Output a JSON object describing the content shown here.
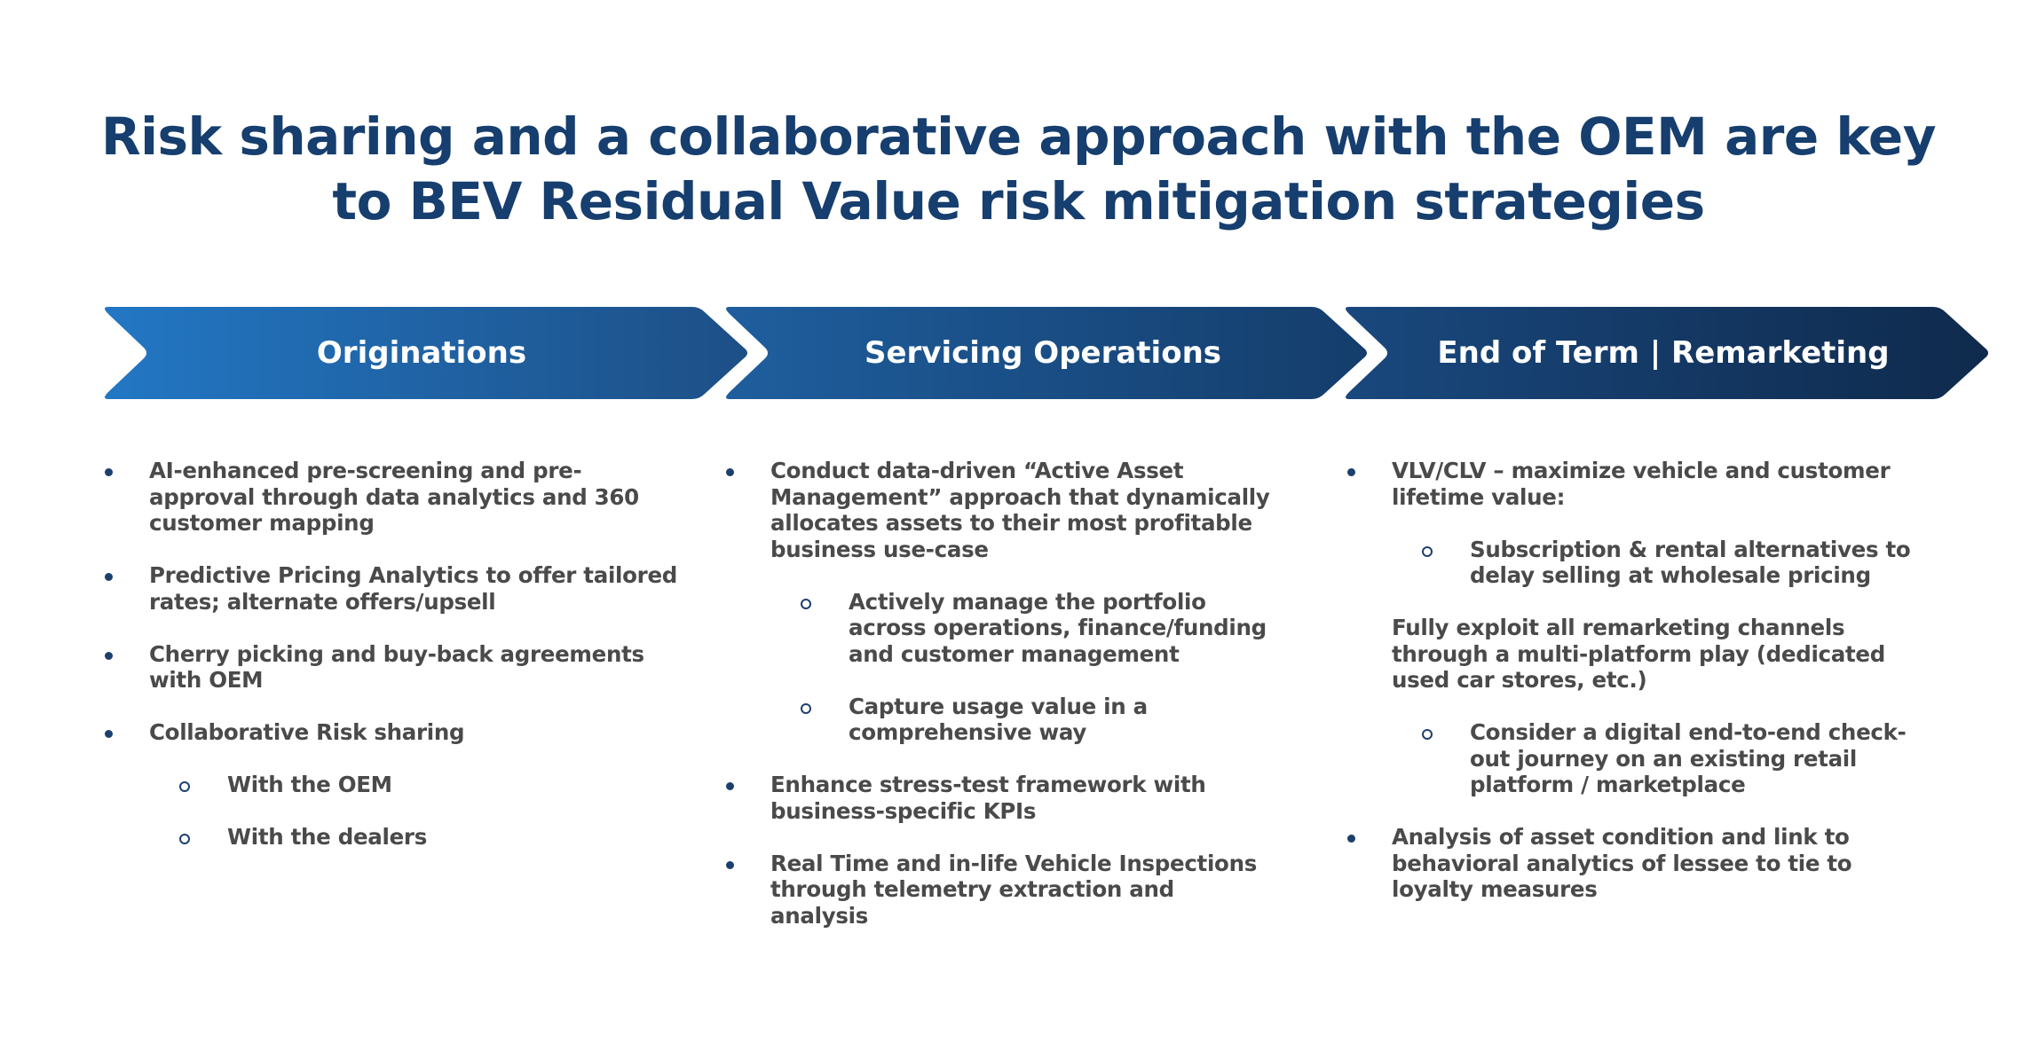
{
  "title": {
    "line1": "Risk sharing and a collaborative approach with the OEM are key",
    "line2": "to BEV Residual Value risk mitigation strategies"
  },
  "colors": {
    "title": "#163e6e",
    "body_text": "#4a4a4a",
    "bullet": "#1d3f6e",
    "stage1_gradient": [
      "#2277c4",
      "#1d4f86"
    ],
    "stage2_gradient": [
      "#1f5e9e",
      "#143d6b"
    ],
    "stage3_gradient": [
      "#19487e",
      "#0f2a4c"
    ]
  },
  "stages": [
    {
      "label": "Originations",
      "items": [
        {
          "level": 1,
          "text": "AI-enhanced pre-screening and pre-approval through data analytics and 360 customer mapping"
        },
        {
          "level": 1,
          "text": "Predictive Pricing Analytics to offer tailored rates; alternate offers/upsell"
        },
        {
          "level": 1,
          "text": "Cherry picking and buy-back agreements with OEM"
        },
        {
          "level": 1,
          "text": "Collaborative Risk sharing"
        },
        {
          "level": 2,
          "text": "With the OEM"
        },
        {
          "level": 2,
          "text": "With the dealers"
        }
      ]
    },
    {
      "label": "Servicing Operations",
      "items": [
        {
          "level": 1,
          "text": "Conduct data-driven “Active Asset Management” approach that dynamically allocates assets to their most profitable business use-case"
        },
        {
          "level": 2,
          "text": "Actively manage the portfolio across operations, finance/funding and customer management"
        },
        {
          "level": 2,
          "text": "Capture usage value in a comprehensive way"
        },
        {
          "level": 1,
          "text": "Enhance stress-test framework with business-specific KPIs"
        },
        {
          "level": 1,
          "text": "Real Time and in-life Vehicle Inspections through telemetry extraction and analysis"
        }
      ]
    },
    {
      "label": "End of Term | Remarketing",
      "items": [
        {
          "level": 1,
          "text": "VLV/CLV – maximize vehicle and customer lifetime value:"
        },
        {
          "level": 2,
          "text": "Subscription & rental alternatives to delay selling at wholesale pricing"
        },
        {
          "level": 0,
          "text": "Fully exploit all remarketing channels through a multi-platform play (dedicated used car stores, etc.)"
        },
        {
          "level": 2,
          "text": "Consider a digital end-to-end check-out journey on an existing retail platform / marketplace"
        },
        {
          "level": 1,
          "text": "Analysis of asset condition and link to behavioral analytics of lessee to tie to loyalty measures"
        }
      ]
    }
  ]
}
